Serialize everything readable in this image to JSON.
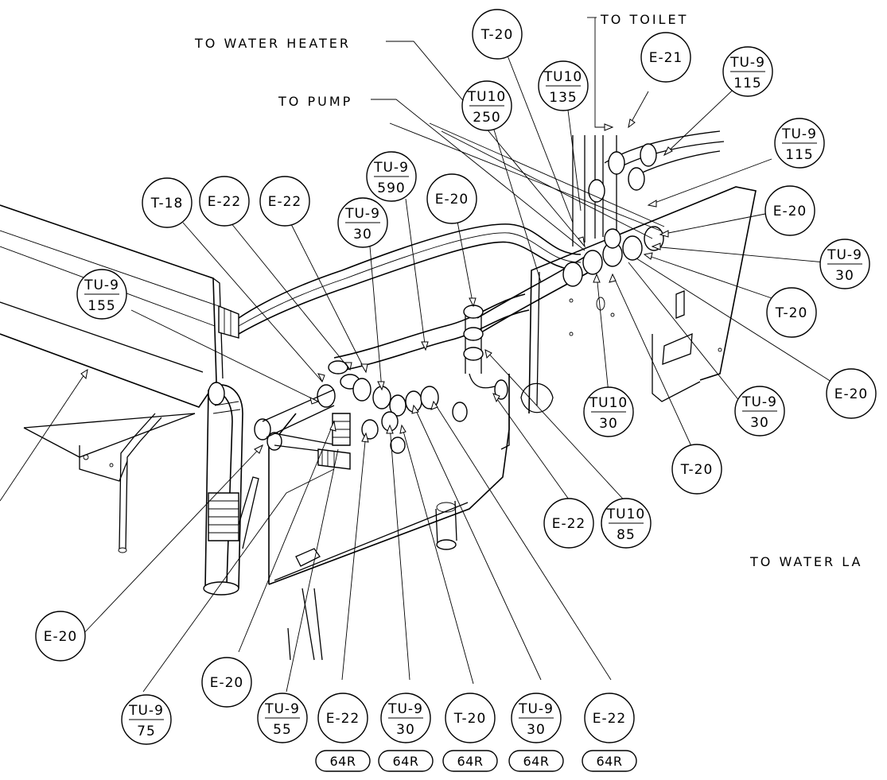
{
  "labels": {
    "to_toilet": "TO TOILET",
    "to_water_heater": "TO WATER HEATER",
    "to_pump": "TO PUMP",
    "to_water_la": "TO WATER LA"
  },
  "callouts": [
    {
      "id": "t20_top",
      "top": "T-20",
      "bottom": ""
    },
    {
      "id": "tu10_135",
      "top": "TU10",
      "bottom": "135"
    },
    {
      "id": "e21",
      "top": "E-21",
      "bottom": ""
    },
    {
      "id": "tu9_115_a",
      "top": "TU-9",
      "bottom": "115"
    },
    {
      "id": "tu10_250",
      "top": "TU10",
      "bottom": "250"
    },
    {
      "id": "tu9_115_b",
      "top": "TU-9",
      "bottom": "115"
    },
    {
      "id": "tu9_590",
      "top": "TU-9",
      "bottom": "590"
    },
    {
      "id": "e20_mid",
      "top": "E-20",
      "bottom": ""
    },
    {
      "id": "t18",
      "top": "T-18",
      "bottom": ""
    },
    {
      "id": "e22_a",
      "top": "E-22",
      "bottom": ""
    },
    {
      "id": "e22_b",
      "top": "E-22",
      "bottom": ""
    },
    {
      "id": "tu9_30_top",
      "top": "TU-9",
      "bottom": "30"
    },
    {
      "id": "e20_right",
      "top": "E-20",
      "bottom": ""
    },
    {
      "id": "tu9_30_right",
      "top": "TU-9",
      "bottom": "30"
    },
    {
      "id": "tu9_155",
      "top": "TU-9",
      "bottom": "155"
    },
    {
      "id": "t20_right",
      "top": "T-20",
      "bottom": ""
    },
    {
      "id": "e20_far_right",
      "top": "E-20",
      "bottom": ""
    },
    {
      "id": "tu10_30",
      "top": "TU10",
      "bottom": "30"
    },
    {
      "id": "tu9_30_r2",
      "top": "TU-9",
      "bottom": "30"
    },
    {
      "id": "t20_r2",
      "top": "T-20",
      "bottom": ""
    },
    {
      "id": "e22_c",
      "top": "E-22",
      "bottom": ""
    },
    {
      "id": "tu10_85",
      "top": "TU10",
      "bottom": "85"
    },
    {
      "id": "e20_left",
      "top": "E-20",
      "bottom": ""
    },
    {
      "id": "e20_lower",
      "top": "E-20",
      "bottom": ""
    },
    {
      "id": "tu9_75",
      "top": "TU-9",
      "bottom": "75"
    },
    {
      "id": "tu9_55",
      "top": "TU-9",
      "bottom": "55"
    },
    {
      "id": "e22_bot1",
      "top": "E-22",
      "bottom": ""
    },
    {
      "id": "tu9_30_bot1",
      "top": "TU-9",
      "bottom": "30"
    },
    {
      "id": "t20_bot",
      "top": "T-20",
      "bottom": ""
    },
    {
      "id": "tu9_30_bot2",
      "top": "TU-9",
      "bottom": "30"
    },
    {
      "id": "e22_bot2",
      "top": "E-22",
      "bottom": ""
    }
  ],
  "refs": [
    "64R",
    "64R",
    "64R",
    "64R",
    "64R"
  ]
}
